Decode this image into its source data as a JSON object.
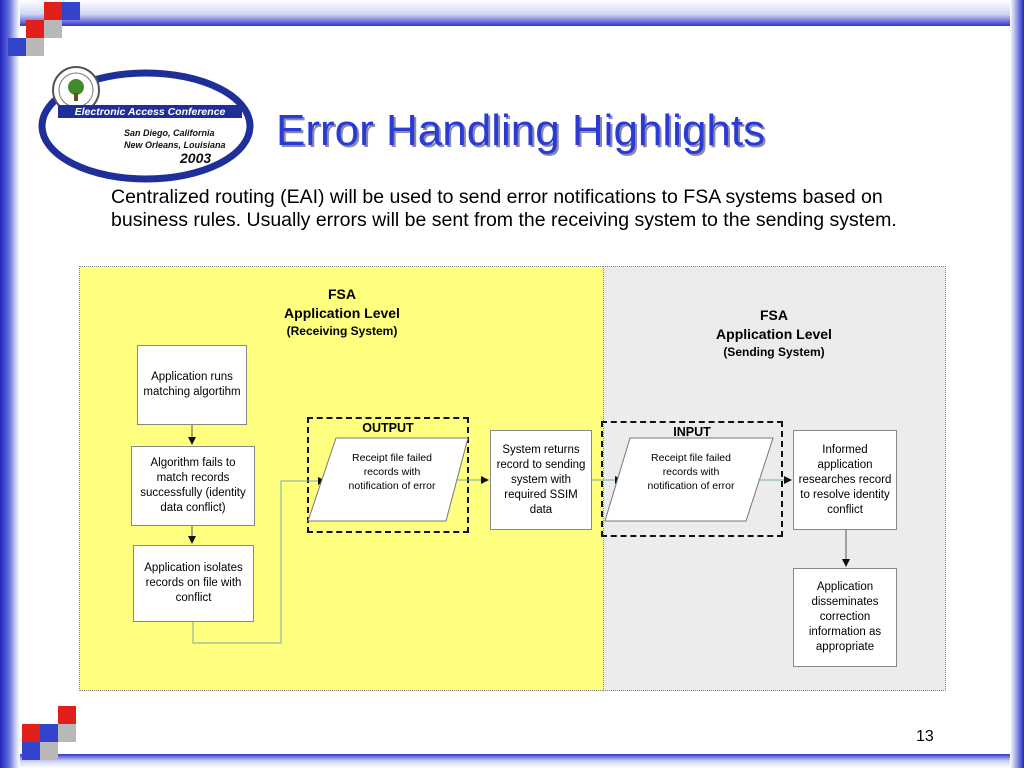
{
  "slide": {
    "title": "Error Handling Highlights",
    "intro": "Centralized routing (EAI) will be used to send error notifications to FSA systems based on business rules.  Usually errors will be sent from the receiving system to the sending system.",
    "page_number": "13"
  },
  "logo": {
    "banner": "Electronic Access Conference",
    "line1": "San Diego, California",
    "line2": "New Orleans, Louisiana",
    "year": "2003"
  },
  "colors": {
    "title": "#2a3ad6",
    "receiving_panel": "#ffff7f",
    "sending_panel": "#ececec",
    "checker_red": "#e0211b",
    "checker_blue": "#3344cc",
    "checker_gray": "#b8b8b8"
  },
  "diagram": {
    "receiving": {
      "title_line1": "FSA",
      "title_line2": "Application Level",
      "subtitle": "(Receiving System)",
      "steps": [
        "Application runs matching algortihm",
        "Algorithm fails to match records successfully (identity data conflict)",
        "Application isolates records on file with conflict"
      ],
      "output_label": "OUTPUT",
      "output_text": "Receipt file failed records with notification of error"
    },
    "middle_box": "System returns record to sending system with required SSIM data",
    "sending": {
      "title_line1": "FSA",
      "title_line2": "Application Level",
      "subtitle": "(Sending System)",
      "input_label": "INPUT",
      "input_text": "Receipt file failed records with notification of error",
      "steps": [
        "Informed application researches record to resolve identity conflict",
        "Application disseminates correction information as appropriate"
      ]
    }
  }
}
